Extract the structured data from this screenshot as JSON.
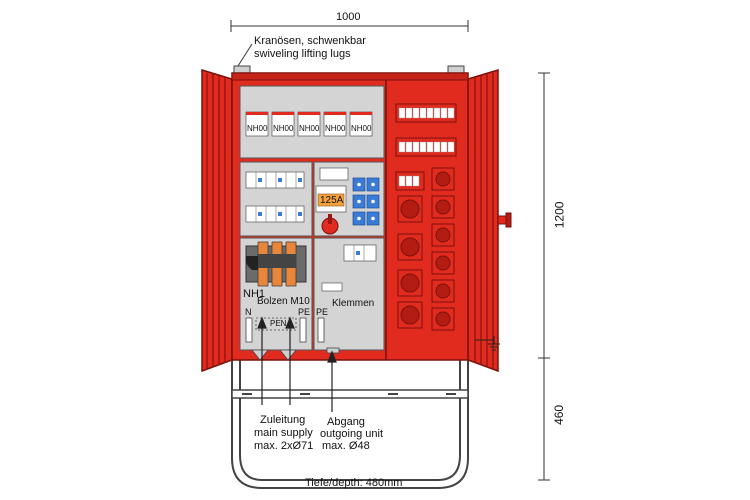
{
  "dimensions": {
    "width": "1000",
    "height_cabinet": "1200",
    "height_stand": "460",
    "depth": "Tiefe/depth: 480mm"
  },
  "annotations": {
    "lifting_de": "Kranösen, schwenkbar",
    "lifting_en": "swiveling lifting lugs",
    "main_switch": "NH1",
    "bolts": "Bolzen M10",
    "terminals": "Klemmen",
    "rcd_rating": "125A",
    "neutral": "N",
    "protective_earth": "PE",
    "pen": "PEN",
    "pe2": "PE",
    "fuse_label": "NH00"
  },
  "supply": {
    "de": "Zuleitung",
    "en": "main supply",
    "max": "max. 2xØ71"
  },
  "outgoing": {
    "de": "Abgang",
    "en": "outgoing unit",
    "max": "max. Ø48"
  },
  "colors": {
    "cabinet_red": "#e12b1f",
    "dark_red": "#9b1610",
    "panel_grey": "#d4d4d4",
    "orange": "#f5a23c",
    "socket_blue": "#3a7bd5"
  },
  "icons": {
    "ground": "ground-symbol-icon",
    "handle": "door-handle-icon"
  }
}
